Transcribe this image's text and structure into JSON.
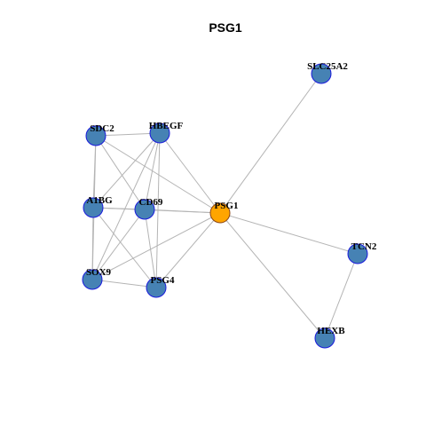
{
  "title": "PSG1",
  "colors": {
    "center_fill": "#FFA500",
    "center_stroke": "#8B4513",
    "node_fill": "#4682B4",
    "node_stroke": "#1a1adc",
    "edge": "#b4b4b4"
  },
  "nodes": [
    {
      "id": "PSG1",
      "label": "PSG1",
      "center": true
    },
    {
      "id": "SLC25A2",
      "label": "SLC25A2",
      "center": false
    },
    {
      "id": "HBEGF",
      "label": "HBEGF",
      "center": false
    },
    {
      "id": "SDC2",
      "label": "SDC2",
      "center": false
    },
    {
      "id": "A1BG",
      "label": "A1BG",
      "center": false
    },
    {
      "id": "CD69",
      "label": "CD69",
      "center": false
    },
    {
      "id": "SOX9",
      "label": "SOX9",
      "center": false
    },
    {
      "id": "PSG4",
      "label": "PSG4",
      "center": false
    },
    {
      "id": "TCN2",
      "label": "TCN2",
      "center": false
    },
    {
      "id": "HEXB",
      "label": "HEXB",
      "center": false
    }
  ],
  "edges": [
    [
      "PSG1",
      "SLC25A2"
    ],
    [
      "PSG1",
      "HBEGF"
    ],
    [
      "PSG1",
      "SDC2"
    ],
    [
      "PSG1",
      "A1BG"
    ],
    [
      "PSG1",
      "CD69"
    ],
    [
      "PSG1",
      "SOX9"
    ],
    [
      "PSG1",
      "PSG4"
    ],
    [
      "PSG1",
      "TCN2"
    ],
    [
      "PSG1",
      "HEXB"
    ],
    [
      "TCN2",
      "HEXB"
    ],
    [
      "SDC2",
      "HBEGF"
    ],
    [
      "SDC2",
      "A1BG"
    ],
    [
      "SDC2",
      "SOX9"
    ],
    [
      "SDC2",
      "CD69"
    ],
    [
      "HBEGF",
      "A1BG"
    ],
    [
      "HBEGF",
      "CD69"
    ],
    [
      "HBEGF",
      "SOX9"
    ],
    [
      "HBEGF",
      "PSG4"
    ],
    [
      "A1BG",
      "CD69"
    ],
    [
      "A1BG",
      "SOX9"
    ],
    [
      "A1BG",
      "PSG4"
    ],
    [
      "CD69",
      "SOX9"
    ],
    [
      "CD69",
      "PSG4"
    ],
    [
      "SOX9",
      "PSG4"
    ]
  ]
}
